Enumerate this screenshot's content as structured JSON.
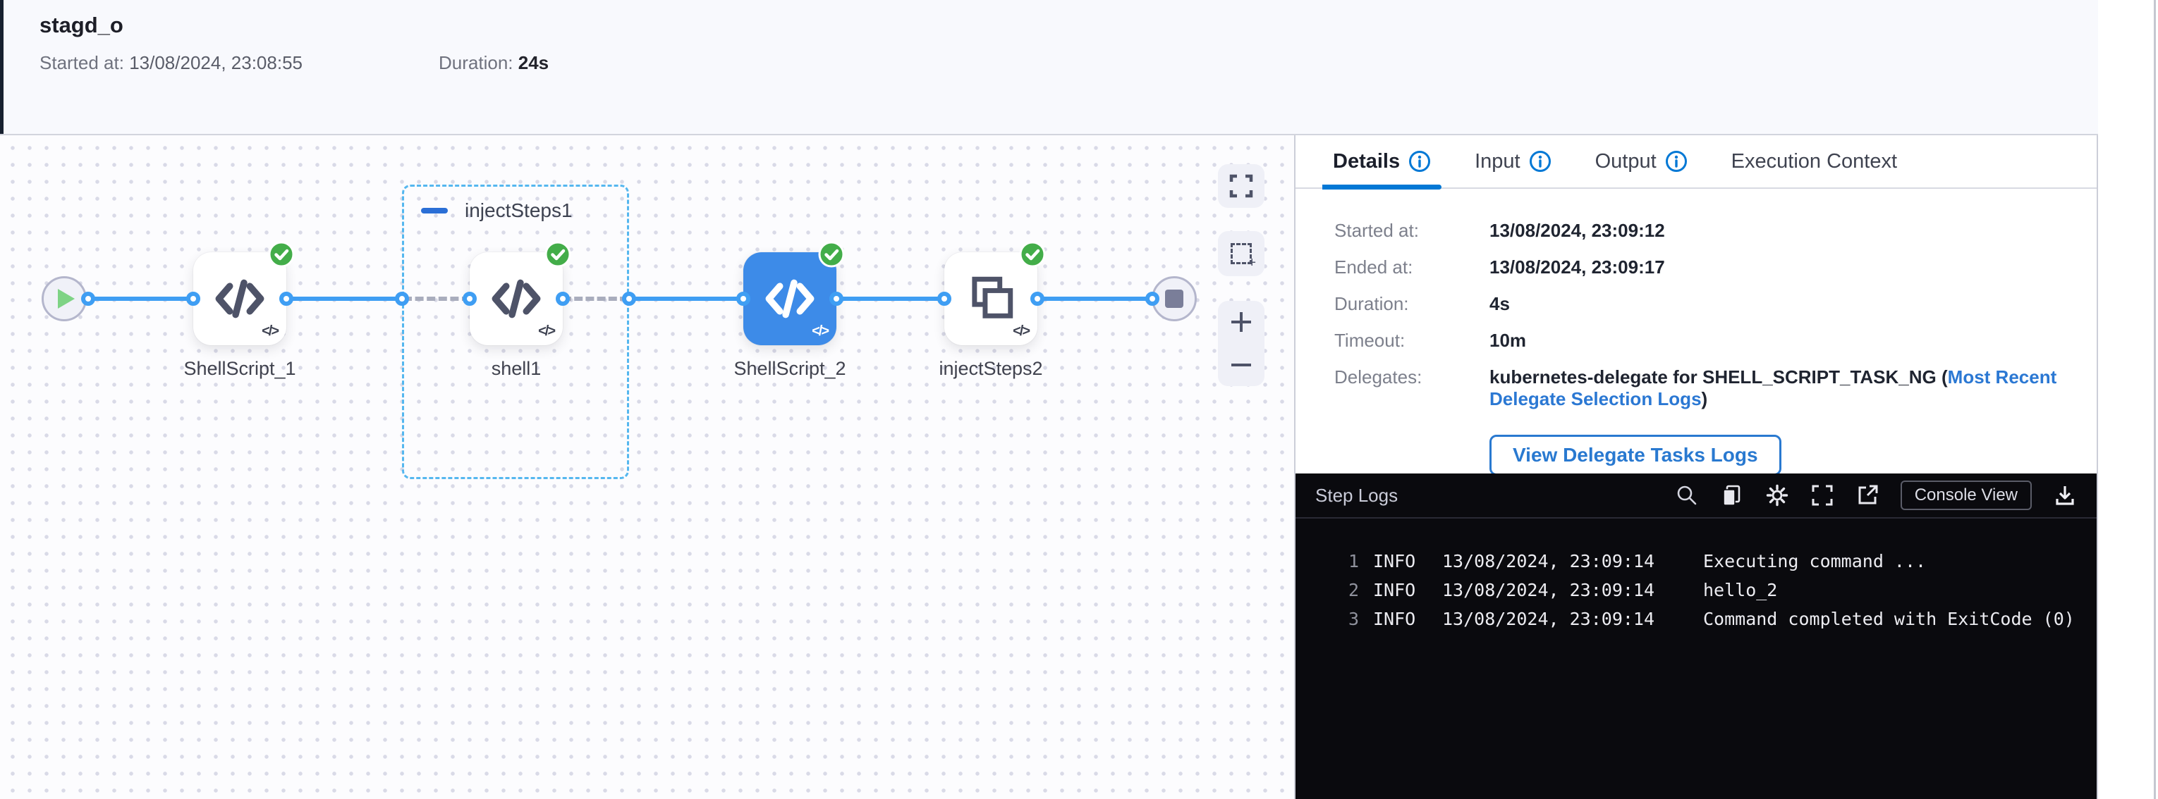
{
  "header": {
    "title": "stagd_o",
    "started_label": "Started at:",
    "started_value": "13/08/2024, 23:08:55",
    "duration_label": "Duration:",
    "duration_value": "24s"
  },
  "pipeline": {
    "group": {
      "label": "injectSteps1"
    },
    "nodes": [
      {
        "label": "ShellScript_1",
        "type": "shell-script",
        "status": "success"
      },
      {
        "label": "shell1",
        "type": "shell-script",
        "status": "success"
      },
      {
        "label": "ShellScript_2",
        "type": "shell-script",
        "status": "success",
        "selected": true
      },
      {
        "label": "injectSteps2",
        "type": "step-group",
        "status": "success"
      }
    ]
  },
  "tabs": [
    {
      "label": "Details"
    },
    {
      "label": "Input"
    },
    {
      "label": "Output"
    },
    {
      "label": "Execution Context"
    }
  ],
  "details": {
    "rows": [
      {
        "label": "Started at:",
        "value": "13/08/2024, 23:09:12"
      },
      {
        "label": "Ended at:",
        "value": "13/08/2024, 23:09:17"
      },
      {
        "label": "Duration:",
        "value": "4s"
      },
      {
        "label": "Timeout:",
        "value": "10m"
      }
    ],
    "delegates_label": "Delegates:",
    "delegates_text": "kubernetes-delegate for SHELL_SCRIPT_TASK_NG (",
    "delegates_link": "Most Recent Delegate Selection Logs",
    "delegates_suffix": ")",
    "button_label": "View Delegate Tasks Logs"
  },
  "logs": {
    "title": "Step Logs",
    "console_view_label": "Console View",
    "lines": [
      {
        "num": "1",
        "level": "INFO",
        "time": "13/08/2024, 23:09:14",
        "message": "Executing command ..."
      },
      {
        "num": "2",
        "level": "INFO",
        "time": "13/08/2024, 23:09:14",
        "message": "hello_2"
      },
      {
        "num": "3",
        "level": "INFO",
        "time": "13/08/2024, 23:09:14",
        "message": "Command completed with ExitCode (0)"
      }
    ]
  },
  "icons": [
    "play-icon",
    "stop-icon",
    "code-icon",
    "step-group-icon",
    "check-success-icon",
    "collapse-minus-icon",
    "fullscreen-icon",
    "marquee-select-icon",
    "zoom-in-icon",
    "zoom-out-icon",
    "info-icon",
    "search-icon",
    "copy-icon",
    "gear-icon",
    "expand-icon",
    "external-link-icon",
    "download-icon"
  ],
  "colors": {
    "accent_blue": "#0278d5",
    "connector_blue": "#3f9ef3",
    "node_selected_blue": "#3d8be8",
    "success_green": "#43ad49",
    "log_bg": "#0a0a0e"
  }
}
